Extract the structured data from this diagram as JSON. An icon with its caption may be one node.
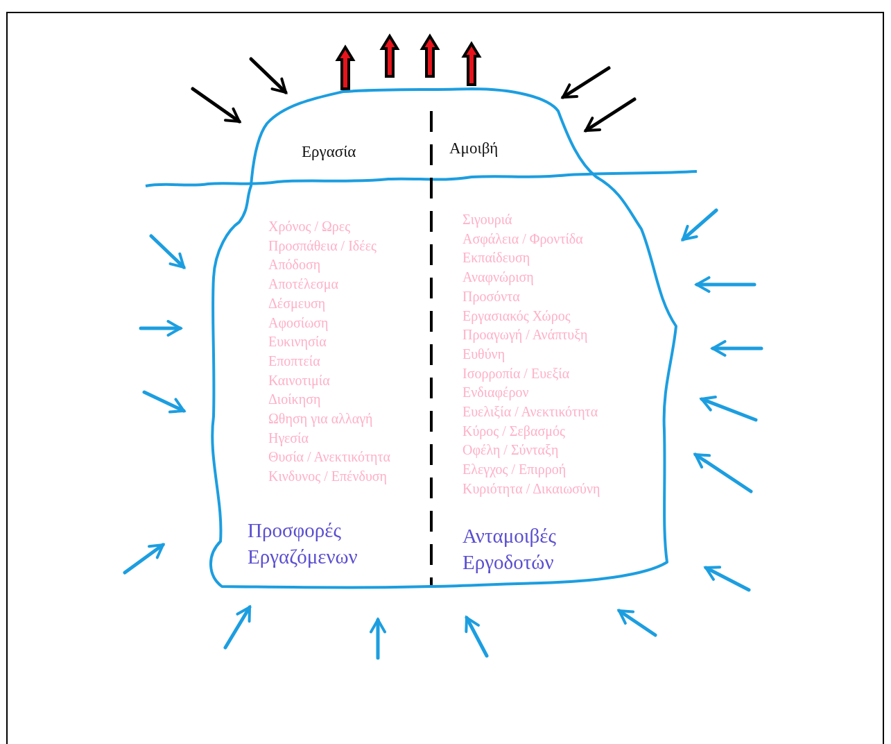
{
  "diagram": {
    "nodes": [
      {
        "text": [
          "Εργασία",
          "Αμοιβή"
        ]
      }
    ],
    "edges": [],
    "labels": [
      "Χρόνος / Ωρες",
      "Προσπάθεια / Ιδέες",
      "Απόδοση",
      "Αποτέλεσμα",
      "Δέσμευση",
      "Αφοσίωση",
      "Ευκινησία",
      "Εποπτεία",
      "Καινοτιμία",
      "Διοίκηση",
      "Ωθηση για αλλαγή",
      "Ηγεσία",
      "Θυσία / Ανεκτικότητα",
      "Κινδυνος / Επένδυση",
      "Προσφορές Εργαζόμενων",
      "Σιγουριά",
      "Ασφάλεια / Φροντίδα",
      "Εκπαίδευση",
      "Αναφνώριση",
      "Προσόντα",
      "Εργασιακός Χώρος",
      "Προαγωγή / Ανάπτυξη",
      "Ευθύνη",
      "Ισορροπία / Ευεξία",
      "Ενδιαφέρον",
      "Ευελιξία / Ανεκτικότητα",
      "Κύρος / Σεβασμός",
      "Οφέλη / Σύνταξη",
      "Ελεγχος / Επιρροή",
      "Κυριότητα / Δικαιωσύνη",
      "Ανταμοιβές Εργοδοτών"
    ]
  }
}
